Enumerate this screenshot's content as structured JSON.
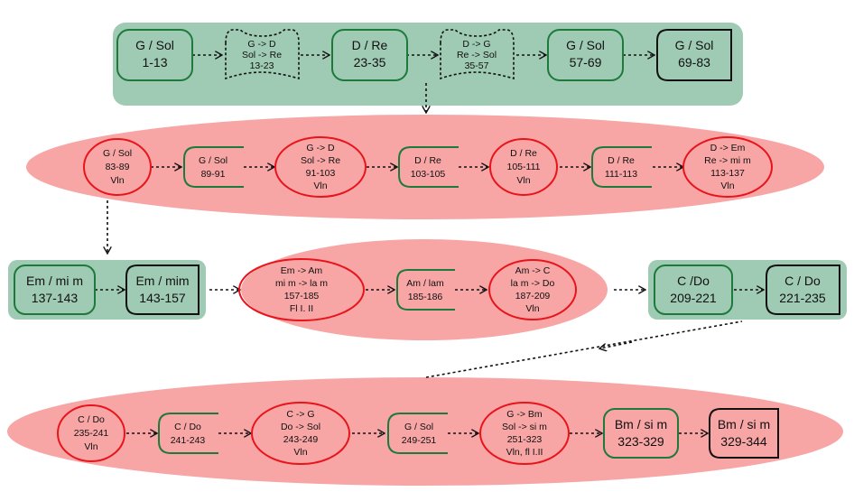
{
  "colors": {
    "green_band": "#9fcab4",
    "red_band": "#f7a5a5",
    "green_line": "#1e7a3a",
    "red_line": "#e8141b",
    "black_line": "#111111",
    "arrow": "#111111"
  },
  "row1": {
    "n1": [
      "G / Sol",
      "1-13"
    ],
    "n2": [
      "G -> D",
      "Sol -> Re",
      "13-23"
    ],
    "n3": [
      "D / Re",
      "23-35"
    ],
    "n4": [
      "D -> G",
      "Re -> Sol",
      "35-57"
    ],
    "n5": [
      "G / Sol",
      "57-69"
    ],
    "n6": [
      "G / Sol",
      "69-83"
    ]
  },
  "row2": {
    "n1": [
      "G / Sol",
      "83-89",
      "Vln"
    ],
    "n2": [
      "G / Sol",
      "89-91"
    ],
    "n3": [
      "G -> D",
      "Sol -> Re",
      "91-103",
      "Vln"
    ],
    "n4": [
      "D / Re",
      "103-105"
    ],
    "n5": [
      "D / Re",
      "105-111",
      "Vln"
    ],
    "n6": [
      "D / Re",
      "111-113"
    ],
    "n7": [
      "D -> Em",
      "Re -> mi m",
      "113-137",
      "Vln"
    ]
  },
  "row3": {
    "n1": [
      "Em / mi m",
      "137-143"
    ],
    "n2": [
      "Em / mim",
      "143-157"
    ],
    "n3": [
      "Em -> Am",
      "mi m -> la m",
      "157-185",
      "Fl I. II"
    ],
    "n4": [
      "Am / lam",
      "185-186"
    ],
    "n5": [
      "Am -> C",
      "la m -> Do",
      "187-209",
      "Vln"
    ],
    "n6": [
      "C /Do",
      "209-221"
    ],
    "n7": [
      "C / Do",
      "221-235"
    ]
  },
  "row4": {
    "n1": [
      "C / Do",
      "235-241",
      "Vln"
    ],
    "n2": [
      "C / Do",
      "241-243"
    ],
    "n3": [
      "C -> G",
      "Do -> Sol",
      "243-249",
      "Vln"
    ],
    "n4": [
      "G / Sol",
      "249-251"
    ],
    "n5": [
      "G -> Bm",
      "Sol  -> si m",
      "251-323",
      "Vln, fl I.II"
    ],
    "n6": [
      "Bm / si m",
      "323-329"
    ],
    "n7": [
      "Bm / si m",
      "329-344"
    ]
  }
}
